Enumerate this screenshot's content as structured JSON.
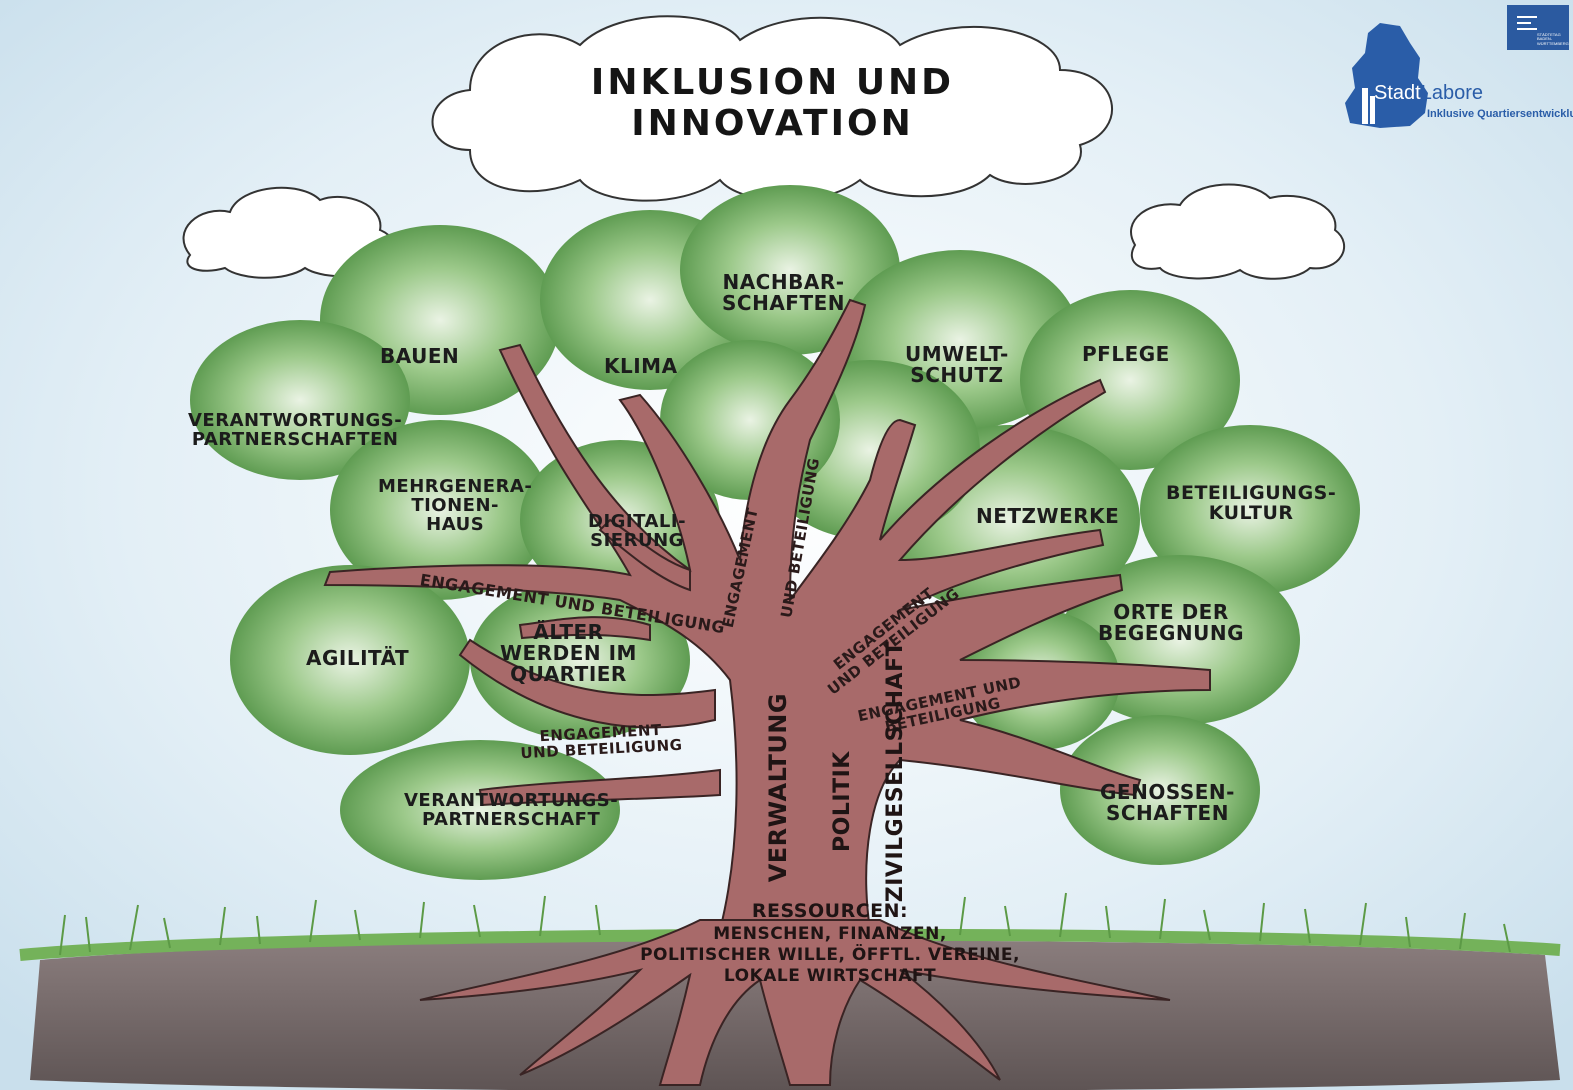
{
  "title": "INKLUSION UND INNOVATION",
  "logo": {
    "name_part1": "Stadt",
    "name_part2": "Labore",
    "subtitle": "Inklusive Quartiersentwicklu",
    "seal_text": "STÄDTETAG BADEN-WÜRTTEMBERG",
    "brand_color": "#2a5da8",
    "seal_color": "#2b5aa0"
  },
  "leaf_labels": {
    "nachbarschaften": [
      "NACHBAR-",
      "SCHAFTEN"
    ],
    "bauen": [
      "BAUEN"
    ],
    "klima": [
      "KLIMA"
    ],
    "umweltschutz": [
      "UMWELT-",
      "SCHUTZ"
    ],
    "pflege": [
      "PFLEGE"
    ],
    "verantwortungspartnerschaften": [
      "VERANTWORTUNGS-",
      "PARTNERSCHAFTEN"
    ],
    "mehrgenerationenhaus": [
      "MEHRGENERA-",
      "TIONEN-",
      "HAUS"
    ],
    "digitalisierung": [
      "DIGITALI-",
      "SIERUNG"
    ],
    "netzwerke": [
      "NETZWERKE"
    ],
    "beteiligungskultur": [
      "BETEILIGUNGS-",
      "KULTUR"
    ],
    "agilitaet": [
      "AGILITÄT"
    ],
    "aelter_werden": [
      "ÄLTER",
      "WERDEN IM",
      "QUARTIER"
    ],
    "orte_der_begegnung": [
      "ORTE DER",
      "BEGEGNUNG"
    ],
    "verantwortungspartnerschaft": [
      "VERANTWORTUNGS-",
      "PARTNERSCHAFT"
    ],
    "genossenschaften": [
      "GENOSSEN-",
      "SCHAFTEN"
    ]
  },
  "branch_labels": {
    "left_main": "ENGAGEMENT UND BETEILIGUNG",
    "left_lower": [
      "ENGAGEMENT",
      "UND BETEILIGUNG"
    ],
    "center_left": "ENGAGEMENT",
    "center_right": "UND BETEILIGUNG",
    "right_upper": [
      "ENGAGEMENT",
      "UND BETEILIGUNG"
    ],
    "right_lower": [
      "ENGAGEMENT UND",
      "BETEILIGUNG"
    ]
  },
  "trunk_labels": {
    "left": "VERWALTUNG",
    "center": "ZIVILGESELLSCHAFT",
    "right": "POLITIK"
  },
  "roots": {
    "heading": "RESSOURCEN:",
    "lines": [
      "MENSCHEN, FINANZEN,",
      "POLITISCHER WILLE, ÖFFTL. VEREINE,",
      "LOKALE WIRTSCHAFT"
    ]
  },
  "colors": {
    "sky": "#dbeaf3",
    "foliage": "#7fb56f",
    "foliage_dark": "#5e9a52",
    "trunk": "#a86a6a",
    "soil": "#7a6e6e",
    "grass": "#6aa552"
  }
}
